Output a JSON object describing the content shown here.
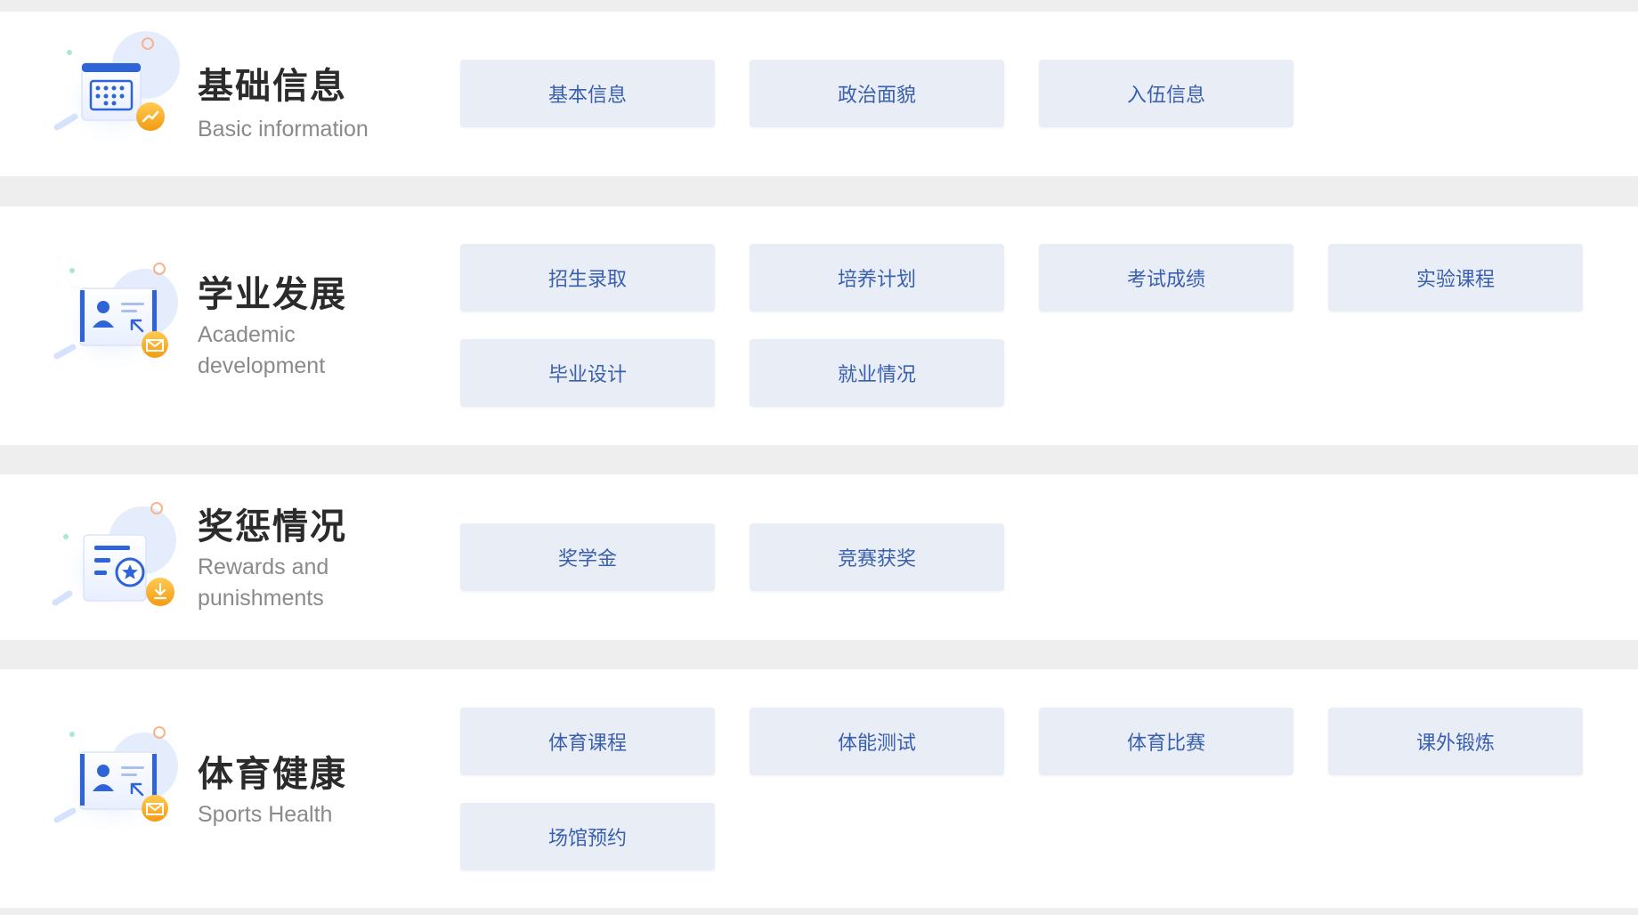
{
  "colors": {
    "page_bg": "#eeeeee",
    "card_bg": "#ffffff",
    "button_bg": "#e8edf6",
    "button_text": "#3a5fae",
    "title_text": "#2b2b2b",
    "subtitle_text": "#8a8a8a",
    "accent_blue": "#2f64d8",
    "accent_orange": "#f5a623"
  },
  "sections": [
    {
      "title": "基础信息",
      "subtitle": "Basic information",
      "icon": "calendar-icon",
      "badge_icon": "trend-up-icon",
      "buttons": [
        "基本信息",
        "政治面貌",
        "入伍信息"
      ]
    },
    {
      "title": "学业发展",
      "subtitle": "Academic development",
      "icon": "profile-card-icon",
      "badge_icon": "envelope-icon",
      "buttons": [
        "招生录取",
        "培养计划",
        "考试成绩",
        "实验课程",
        "毕业设计",
        "就业情况"
      ]
    },
    {
      "title": "奖惩情况",
      "subtitle": "Rewards and punishments",
      "icon": "award-list-icon",
      "badge_icon": "download-icon",
      "buttons": [
        "奖学金",
        "竞赛获奖"
      ]
    },
    {
      "title": "体育健康",
      "subtitle": "Sports Health",
      "icon": "profile-card-icon",
      "badge_icon": "envelope-icon",
      "buttons": [
        "体育课程",
        "体能测试",
        "体育比赛",
        "课外锻炼",
        "场馆预约"
      ]
    }
  ]
}
